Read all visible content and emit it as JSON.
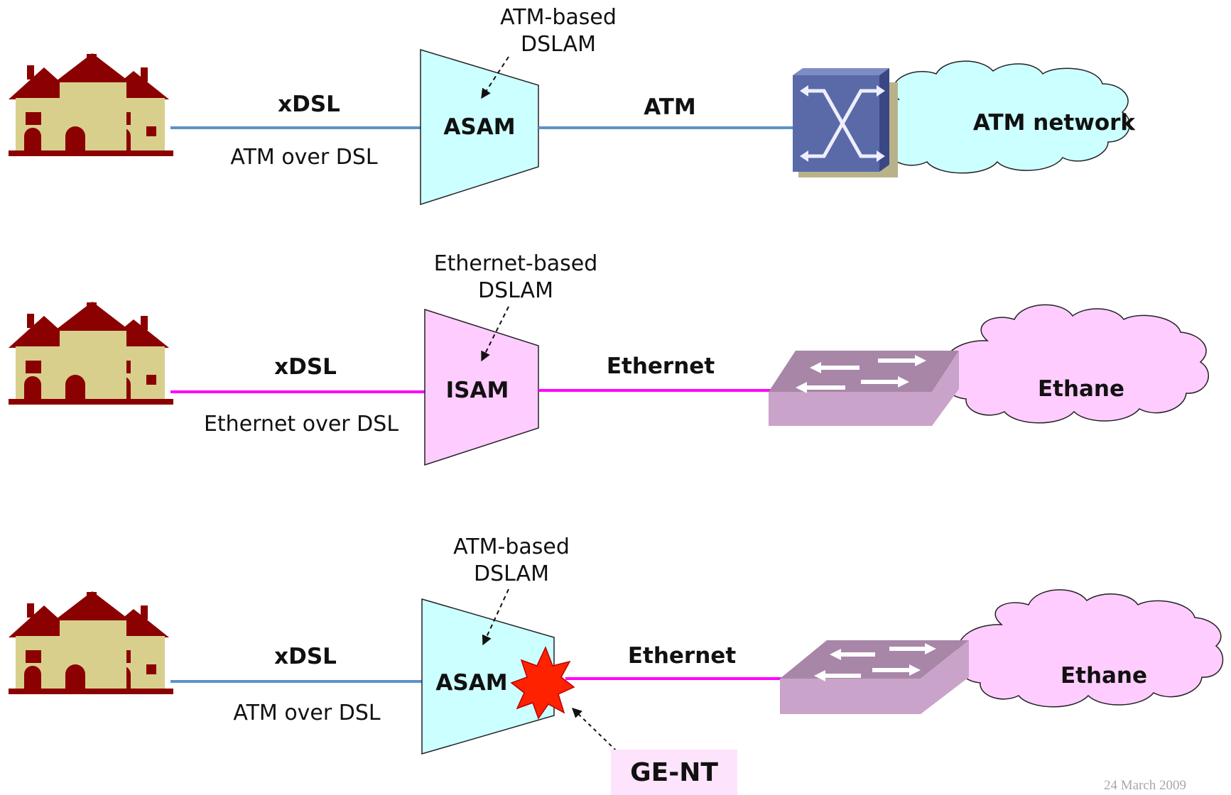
{
  "colors": {
    "atm_line": "#5b93c7",
    "ethernet_line": "#ff00ff",
    "asam_fill": "#ccffff",
    "isam_fill": "#ffccff",
    "house_roof": "#8b0000",
    "house_wall": "#d9cf8c",
    "cloud_cyan": "#ccffff",
    "cloud_pink": "#ffccff",
    "atm_switch": "#5a6aa8",
    "eth_switch": "#c49ac4",
    "starburst": "#ff2200",
    "gent_box": "#fde3fb"
  },
  "rows": [
    {
      "annotation": [
        "ATM-based",
        "DSLAM"
      ],
      "access_label": "xDSL",
      "access_sublabel": "ATM over DSL",
      "dslam_label": "ASAM",
      "uplink_label": "ATM",
      "cloud_label": "ATM network"
    },
    {
      "annotation": [
        "Ethernet-based",
        "DSLAM"
      ],
      "access_label": "xDSL",
      "access_sublabel": "Ethernet over DSL",
      "dslam_label": "ISAM",
      "uplink_label": "Ethernet",
      "cloud_label": "Ethane"
    },
    {
      "annotation": [
        "ATM-based",
        "DSLAM"
      ],
      "access_label": "xDSL",
      "access_sublabel": "ATM over DSL",
      "dslam_label": "ASAM",
      "uplink_label": "Ethernet",
      "cloud_label": "Ethane"
    }
  ],
  "gent_label": "GE-NT",
  "footer": {
    "date": "24 March 2009"
  }
}
